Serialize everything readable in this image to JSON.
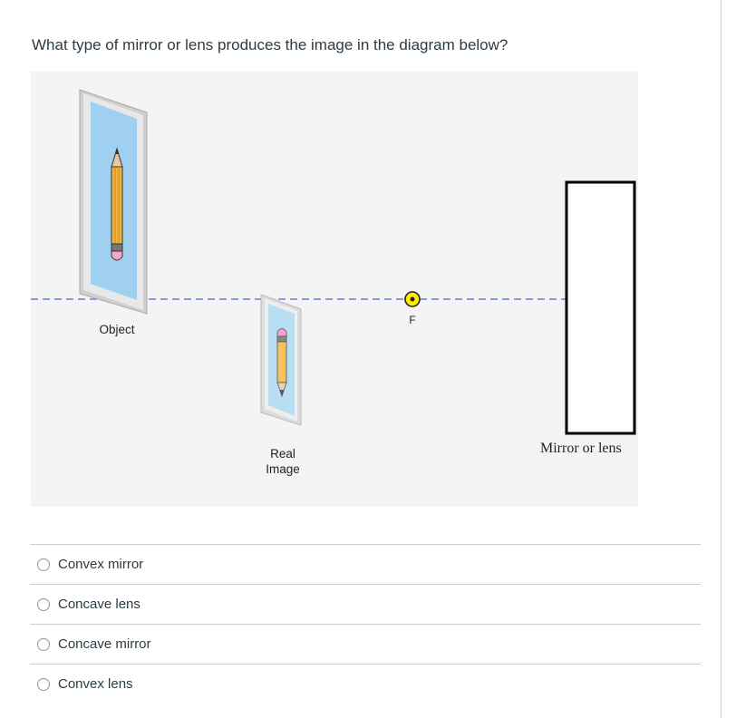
{
  "question": {
    "text": "What type of mirror or lens produces the image in the diagram below?"
  },
  "diagram": {
    "object_label": "Object",
    "focal_label": "F",
    "image_label_line1": "Real",
    "image_label_line2": "Image",
    "mirror_label": "Mirror or lens",
    "colors": {
      "background": "#f4f4f4",
      "frame": "#c9c9c9",
      "frame_inner": "#e6e6e6",
      "picture": "#9fd0f0",
      "pencil": "#f2b33d",
      "axis": "#8a9bd9",
      "focal_point": "#ffee00"
    }
  },
  "answers": [
    {
      "label": "Convex mirror",
      "selected": false
    },
    {
      "label": "Concave lens",
      "selected": false
    },
    {
      "label": "Concave mirror",
      "selected": false
    },
    {
      "label": "Convex lens",
      "selected": false
    }
  ]
}
